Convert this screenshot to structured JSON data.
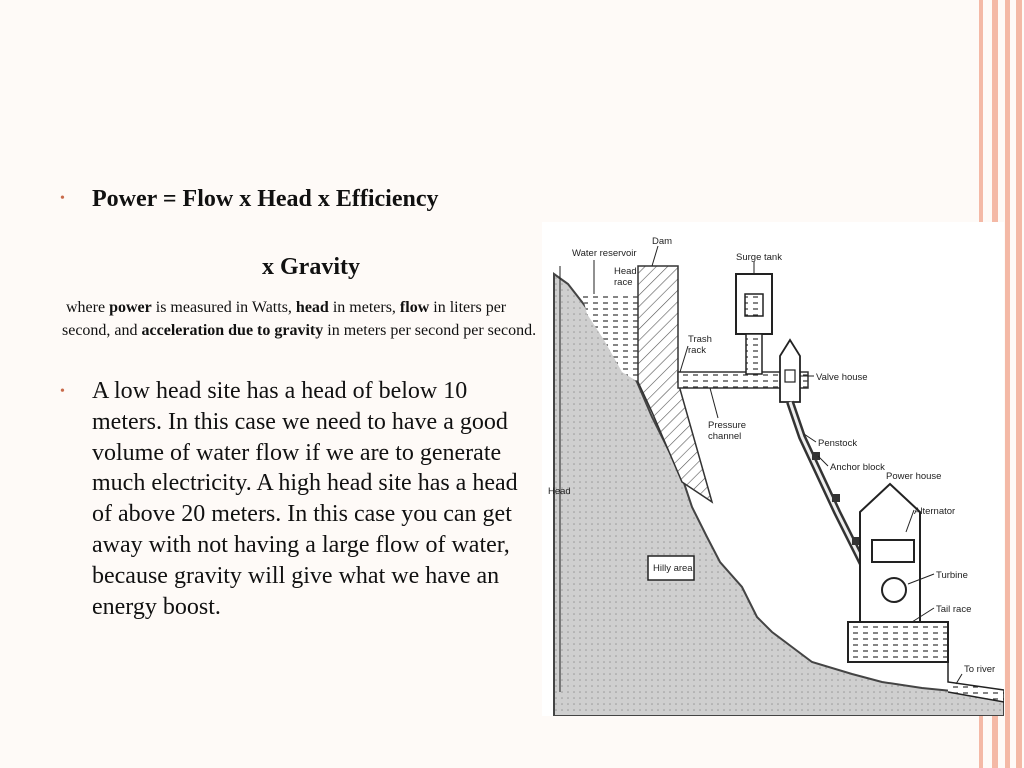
{
  "colors": {
    "stripe": "#f4b9a6",
    "bullet": "#c86a4a",
    "background": "#fefaf7"
  },
  "bullet_glyph": "•",
  "formula": {
    "line1": "Power = Flow x Head x Efficiency",
    "line2": "x Gravity"
  },
  "note": {
    "where": "where",
    "power": "power",
    "t1": "is measured in Watts,",
    "head": "head",
    "t2": "in meters,",
    "flow": "flow",
    "t3": "in liters per second, and",
    "accel": "acceleration due to gravity",
    "t4": "in meters per second per second."
  },
  "paragraph": "A low head site has a head of below 10 meters. In this case we need to have a good volume of water flow if we are to generate much electricity. A high head site has a head of above 20 meters. In this case you can get away with not having a large flow of water, because gravity will give what we have an energy boost.",
  "diagram_labels": {
    "water_reservoir": "Water reservoir",
    "dam": "Dam",
    "head_race_1": "Head",
    "head_race_2": "race",
    "surge_tank": "Surge tank",
    "trash_rack_1": "Trash",
    "trash_rack_2": "rack",
    "valve_house": "Valve house",
    "pressure_channel_1": "Pressure",
    "pressure_channel_2": "channel",
    "penstock": "Penstock",
    "anchor_block": "Anchor block",
    "power_house": "Power house",
    "alternator": "Alternator",
    "head": "Head",
    "hilly_area": "Hilly area",
    "turbine": "Turbine",
    "tail_race": "Tail race",
    "to_river": "To river"
  }
}
